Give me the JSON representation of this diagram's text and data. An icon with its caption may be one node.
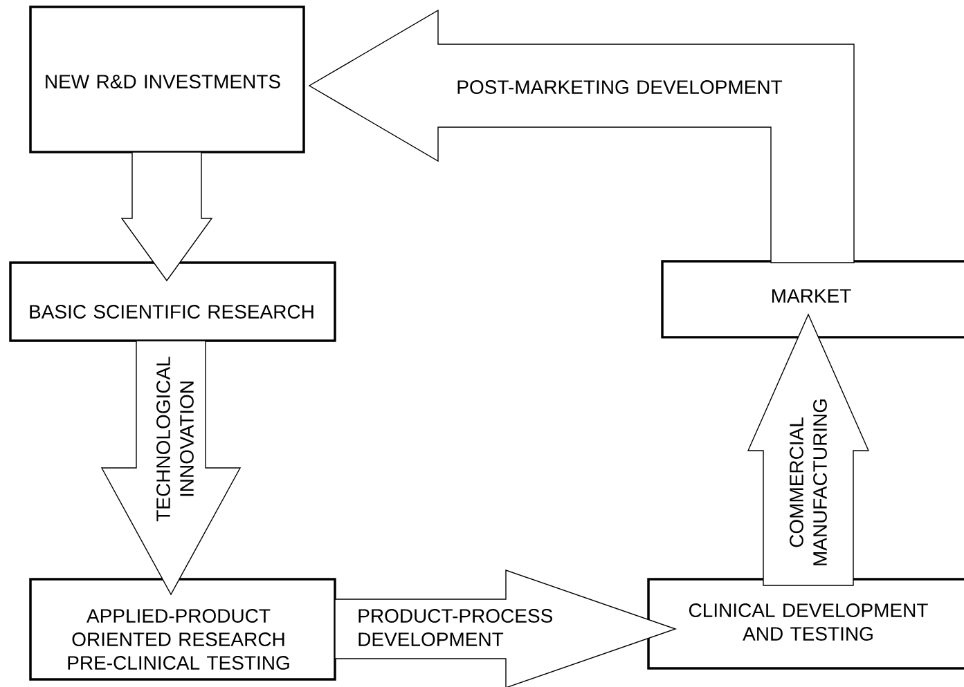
{
  "diagram": {
    "nodes": [
      {
        "text": [
          "NEW R&D INVESTMENTS"
        ]
      },
      {
        "text": [
          "BASIC SCIENTIFIC RESEARCH"
        ]
      },
      {
        "text": [
          "APPLIED-PRODUCT ORIENTED RESEARCH PRE-CLINICAL TESTING"
        ]
      },
      {
        "text": [
          "CLINICAL DEVELOPMENT AND TESTING"
        ]
      },
      {
        "text": [
          "MARKET"
        ]
      }
    ],
    "edges": [
      {
        "from": 0,
        "to": 1,
        "arrow": "to"
      },
      {
        "from": 1,
        "to": 2,
        "arrow": "to",
        "label": "TECHNOLOGICAL INNOVATION"
      },
      {
        "from": 2,
        "to": 3,
        "arrow": "to",
        "label": "PRODUCT-PROCESS DEVELOPMENT"
      },
      {
        "from": 3,
        "to": 4,
        "arrow": "to",
        "label": "COMMERCIAL MANUFACTURING"
      },
      {
        "from": 4,
        "to": 0,
        "arrow": "to",
        "label": "POST-MARKETING DEVELOPMENT"
      }
    ]
  }
}
